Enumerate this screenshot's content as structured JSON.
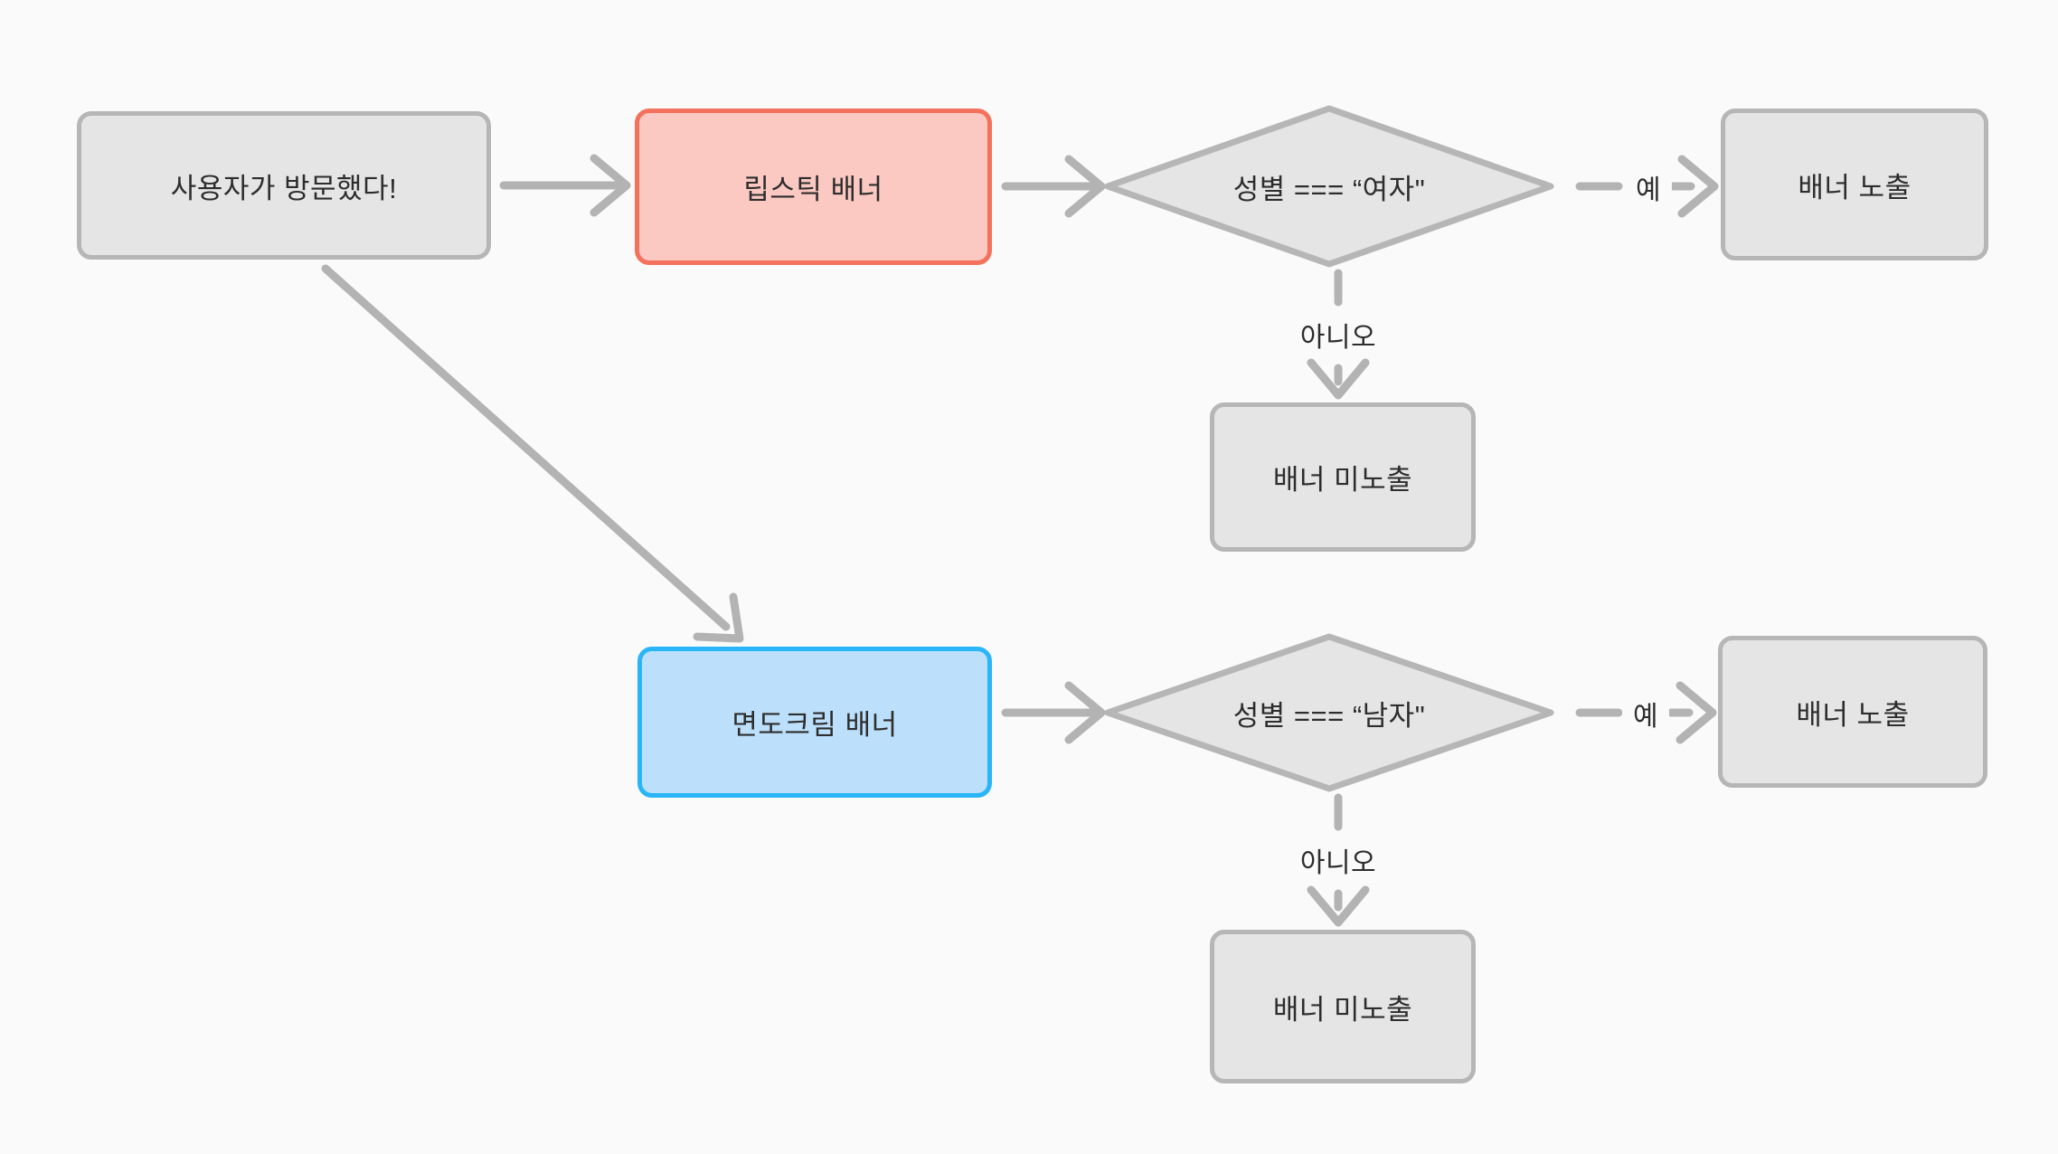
{
  "diagram": {
    "nodes": {
      "start": "사용자가 방문했다!",
      "lipstick_banner": "립스틱 배너",
      "female_check": "성별 === “여자\"",
      "female_yes_result": "배너 노출",
      "female_no_result": "배너 미노출",
      "shaving_banner": "면도크림 배너",
      "male_check": "성별 === “남자\"",
      "male_yes_result": "배너 노출",
      "male_no_result": "배너 미노출"
    },
    "edge_labels": {
      "female_yes": "예",
      "female_no": "아니오",
      "male_yes": "예",
      "male_no": "아니오"
    },
    "colors": {
      "background": "#fafafa",
      "node_fill": "#e5e5e5",
      "node_border": "#b6b6b6",
      "edge_stroke": "#b3b3b3",
      "red_node_fill": "#fbc9c2",
      "red_node_border": "#f4715c",
      "blue_node_fill": "#bce0fb",
      "blue_node_border": "#29b5f7",
      "text": "#2d2d2d"
    }
  }
}
